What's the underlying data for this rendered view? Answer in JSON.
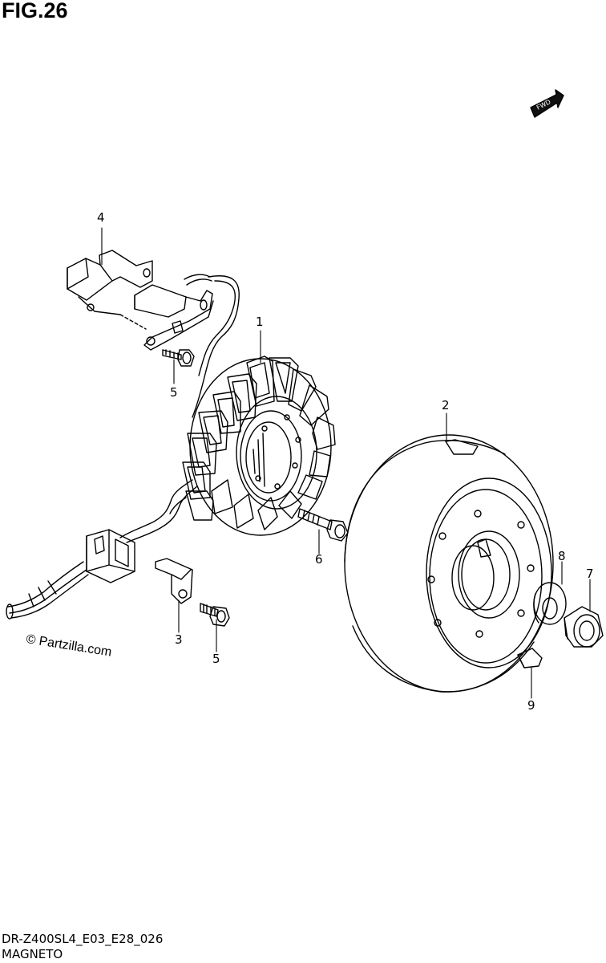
{
  "figure": {
    "title": "FIG.26",
    "code": "DR-Z400SL4_E03_E28_026",
    "name": "MAGNETO",
    "copyright": "© Partzilla.com",
    "direction_marker": "FWD"
  },
  "callouts": [
    {
      "id": "callout-1",
      "label": "1"
    },
    {
      "id": "callout-2",
      "label": "2"
    },
    {
      "id": "callout-3",
      "label": "3"
    },
    {
      "id": "callout-4",
      "label": "4"
    },
    {
      "id": "callout-5a",
      "label": "5"
    },
    {
      "id": "callout-5b",
      "label": "5"
    },
    {
      "id": "callout-6",
      "label": "6"
    },
    {
      "id": "callout-7",
      "label": "7"
    },
    {
      "id": "callout-8",
      "label": "8"
    },
    {
      "id": "callout-9",
      "label": "9"
    }
  ],
  "colors": {
    "line": "#000000",
    "background": "#ffffff"
  }
}
